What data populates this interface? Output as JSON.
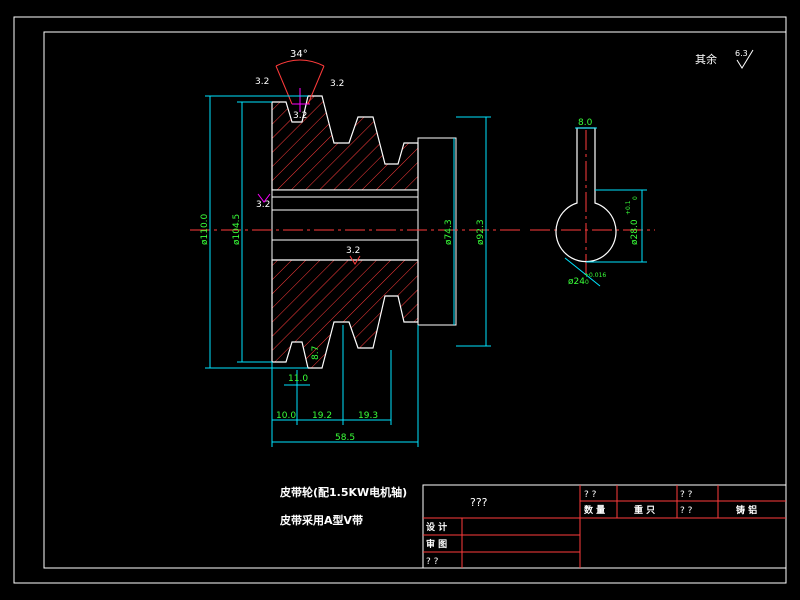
{
  "colors": {
    "background": "#000000",
    "frame": "#ffffff",
    "outline": "#ffffff",
    "hatch": "#ff3b3b",
    "dimension": "#00e5ff",
    "dim_text": "#39ff39",
    "centerline": "#ff3b3b",
    "table_red": "#ff3b3b",
    "magenta": "#ff00ff"
  },
  "notes": {
    "roughness_other": "其余",
    "roughness_other_value": "6.3",
    "title_line1": "皮带轮(配1.5KW电机轴)",
    "title_line2": "皮带采用A型V带"
  },
  "pulley_section": {
    "angle": "34°",
    "roughness_left": "3.2",
    "roughness_right": "3.2",
    "roughness_groove": "3.2",
    "roughness_bore": "3.2",
    "roughness_hub": "3.2",
    "dia_outer": "ø110.0",
    "dia_pitch": "ø104.5",
    "dia_hub_outer": "ø92.3",
    "dia_hub_inner": "ø74.3",
    "groove_depth": "8.7",
    "groove_top_width": "11.0",
    "dim_first_groove": "10.0",
    "dim_pitch_1": "19.2",
    "dim_pitch_2": "19.3",
    "overall_length": "58.5"
  },
  "keyway_view": {
    "keyway_width": "8.0",
    "bore_diameter": "ø24",
    "bore_tol": "+0.016",
    "bore_tol_low": "0",
    "key_depth": "ø28.0",
    "key_depth_tol": "+0.1",
    "key_depth_tol_low": "0"
  },
  "title_block": {
    "drawing_name": "???",
    "row1_c1": "? ?",
    "row1_c2": "? ?",
    "quantity_label": "数 量",
    "weight_label": "重 只",
    "row2_c3": "? ?",
    "material_label": "铸 铝",
    "review_label": "设 计",
    "check_label": "审 图",
    "bottom_label": "? ?"
  }
}
